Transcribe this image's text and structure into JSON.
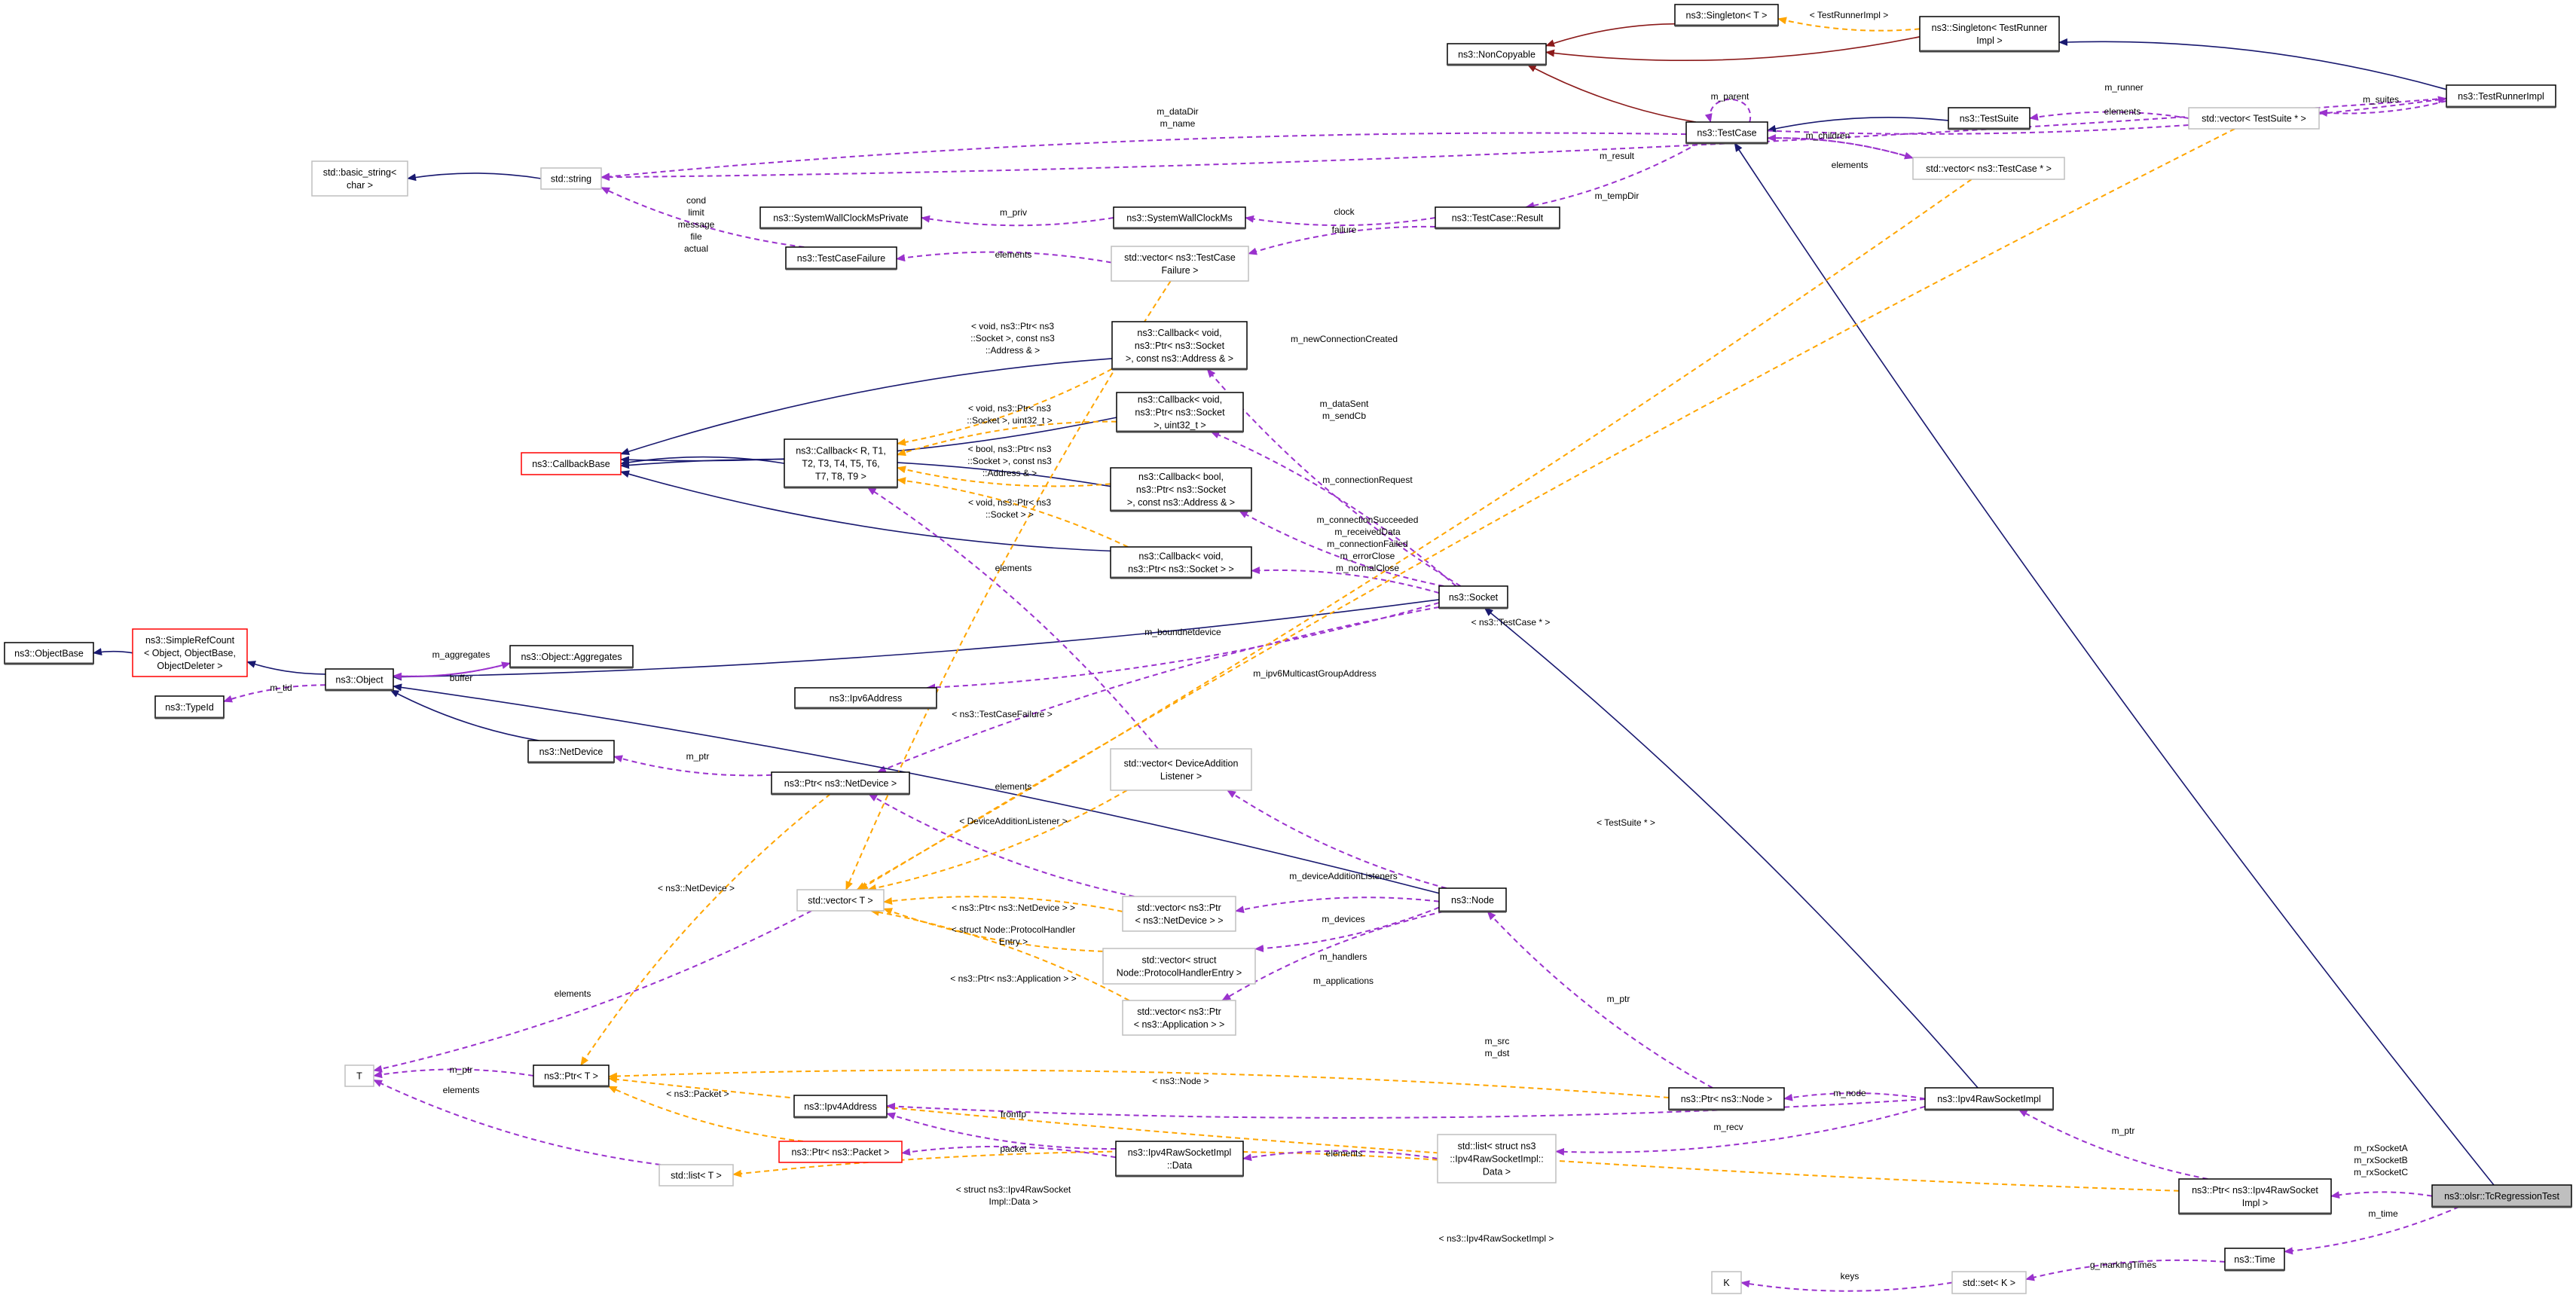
{
  "title": "ns3::olsr::TcRegressionTest collaboration diagram",
  "colors": {
    "inherit": "#191970",
    "private_inherit": "#8b1a1a",
    "member": "#9a32cd",
    "template": "#ffa500",
    "highlight_fill": "#bfbfbf",
    "undocumented_border": "#bfbfbf",
    "truncated_border": "#ff0000"
  },
  "nodes": [
    {
      "id": "singletonT",
      "label": [
        "ns3::Singleton< T >"
      ],
      "style": "normal"
    },
    {
      "id": "singletonTRI",
      "label": [
        "ns3::Singleton< TestRunner",
        "Impl >"
      ],
      "style": "normal"
    },
    {
      "id": "noncopyable",
      "label": [
        "ns3::NonCopyable"
      ],
      "style": "normal"
    },
    {
      "id": "testcase",
      "label": [
        "ns3::TestCase"
      ],
      "style": "normal"
    },
    {
      "id": "testsuite",
      "label": [
        "ns3::TestSuite"
      ],
      "style": "normal"
    },
    {
      "id": "vecTestSuite",
      "label": [
        "std::vector< TestSuite * >"
      ],
      "style": "gray"
    },
    {
      "id": "testrunnerimpl",
      "label": [
        "ns3::TestRunnerImpl"
      ],
      "style": "normal"
    },
    {
      "id": "vecTestCase",
      "label": [
        "std::vector< ns3::TestCase * >"
      ],
      "style": "gray"
    },
    {
      "id": "result",
      "label": [
        "ns3::TestCase::Result"
      ],
      "style": "normal"
    },
    {
      "id": "basicstring",
      "label": [
        "std::basic_string<",
        "char >"
      ],
      "style": "gray"
    },
    {
      "id": "string",
      "label": [
        "std::string"
      ],
      "style": "gray"
    },
    {
      "id": "swcmPrivate",
      "label": [
        "ns3::SystemWallClockMsPrivate"
      ],
      "style": "normal"
    },
    {
      "id": "swcm",
      "label": [
        "ns3::SystemWallClockMs"
      ],
      "style": "normal"
    },
    {
      "id": "testcasefailure",
      "label": [
        "ns3::TestCaseFailure"
      ],
      "style": "normal"
    },
    {
      "id": "vecTCF",
      "label": [
        "std::vector< ns3::TestCase",
        "Failure >"
      ],
      "style": "gray"
    },
    {
      "id": "cb1",
      "label": [
        "ns3::Callback< void,",
        "ns3::Ptr< ns3::Socket",
        ">, const ns3::Address & >"
      ],
      "style": "normal"
    },
    {
      "id": "cb2",
      "label": [
        "ns3::Callback< void,",
        "ns3::Ptr< ns3::Socket",
        ">, uint32_t >"
      ],
      "style": "normal"
    },
    {
      "id": "cbR",
      "label": [
        "ns3::Callback< R, T1,",
        "T2, T3, T4, T5, T6,",
        "T7, T8, T9 >"
      ],
      "style": "normal"
    },
    {
      "id": "cb3",
      "label": [
        "ns3::Callback< bool,",
        "ns3::Ptr< ns3::Socket",
        ">, const ns3::Address & >"
      ],
      "style": "normal"
    },
    {
      "id": "cb4",
      "label": [
        "ns3::Callback< void,",
        "ns3::Ptr< ns3::Socket > >"
      ],
      "style": "normal"
    },
    {
      "id": "callbackbase",
      "label": [
        "ns3::CallbackBase"
      ],
      "style": "red"
    },
    {
      "id": "socket",
      "label": [
        "ns3::Socket"
      ],
      "style": "normal"
    },
    {
      "id": "objectbase",
      "label": [
        "ns3::ObjectBase"
      ],
      "style": "normal"
    },
    {
      "id": "simplerefcount",
      "label": [
        "ns3::SimpleRefCount",
        "< Object, ObjectBase,",
        "ObjectDeleter >"
      ],
      "style": "red"
    },
    {
      "id": "object",
      "label": [
        "ns3::Object"
      ],
      "style": "normal"
    },
    {
      "id": "aggregates",
      "label": [
        "ns3::Object::Aggregates"
      ],
      "style": "normal"
    },
    {
      "id": "typeid",
      "label": [
        "ns3::TypeId"
      ],
      "style": "normal"
    },
    {
      "id": "netdevice",
      "label": [
        "ns3::NetDevice"
      ],
      "style": "normal"
    },
    {
      "id": "ptrNetDevice",
      "label": [
        "ns3::Ptr< ns3::NetDevice >"
      ],
      "style": "normal"
    },
    {
      "id": "ipv6address",
      "label": [
        "ns3::Ipv6Address"
      ],
      "style": "normal"
    },
    {
      "id": "vecDAL",
      "label": [
        "std::vector< DeviceAddition",
        "Listener >"
      ],
      "style": "gray"
    },
    {
      "id": "vecT",
      "label": [
        "std::vector< T >"
      ],
      "style": "gray"
    },
    {
      "id": "vecPtrNetDevice",
      "label": [
        "std::vector< ns3::Ptr",
        "< ns3::NetDevice > >"
      ],
      "style": "gray"
    },
    {
      "id": "vecPHE",
      "label": [
        "std::vector< struct",
        "Node::ProtocolHandlerEntry >"
      ],
      "style": "gray"
    },
    {
      "id": "vecPtrApp",
      "label": [
        "std::vector< ns3::Ptr",
        "< ns3::Application > >"
      ],
      "style": "gray"
    },
    {
      "id": "node",
      "label": [
        "ns3::Node"
      ],
      "style": "normal"
    },
    {
      "id": "T",
      "label": [
        "T"
      ],
      "style": "gray"
    },
    {
      "id": "ptrT",
      "label": [
        "ns3::Ptr< T >"
      ],
      "style": "normal"
    },
    {
      "id": "ipv4address",
      "label": [
        "ns3::Ipv4Address"
      ],
      "style": "normal"
    },
    {
      "id": "ptrPacket",
      "label": [
        "ns3::Ptr< ns3::Packet >"
      ],
      "style": "red"
    },
    {
      "id": "listT",
      "label": [
        "std::list< T >"
      ],
      "style": "gray"
    },
    {
      "id": "rawData",
      "label": [
        "ns3::Ipv4RawSocketImpl",
        "::Data"
      ],
      "style": "normal"
    },
    {
      "id": "listData",
      "label": [
        "std::list< struct ns3",
        "::Ipv4RawSocketImpl::",
        "Data >"
      ],
      "style": "gray"
    },
    {
      "id": "ptrNode",
      "label": [
        "ns3::Ptr< ns3::Node >"
      ],
      "style": "normal"
    },
    {
      "id": "rawsocket",
      "label": [
        "ns3::Ipv4RawSocketImpl"
      ],
      "style": "normal"
    },
    {
      "id": "ptrRawSocket",
      "label": [
        "ns3::Ptr< ns3::Ipv4RawSocket",
        "Impl >"
      ],
      "style": "normal"
    },
    {
      "id": "tcregression",
      "label": [
        "ns3::olsr::TcRegressionTest"
      ],
      "style": "highlight"
    },
    {
      "id": "time",
      "label": [
        "ns3::Time"
      ],
      "style": "normal"
    },
    {
      "id": "setK",
      "label": [
        "std::set< K >"
      ],
      "style": "gray"
    },
    {
      "id": "K",
      "label": [
        "K"
      ],
      "style": "gray"
    }
  ],
  "edges": [
    {
      "from": "singletonTRI",
      "to": "noncopyable",
      "kind": "private_inherit",
      "label": []
    },
    {
      "from": "singletonT",
      "to": "noncopyable",
      "kind": "private_inherit",
      "label": []
    },
    {
      "from": "testcase",
      "to": "noncopyable",
      "kind": "private_inherit",
      "label": []
    },
    {
      "from": "testrunnerimpl",
      "to": "singletonTRI",
      "kind": "inherit",
      "label": []
    },
    {
      "from": "singletonTRI",
      "to": "singletonT",
      "kind": "template",
      "label": [
        "< TestRunnerImpl >"
      ]
    },
    {
      "from": "testsuite",
      "to": "testcase",
      "kind": "inherit",
      "label": []
    },
    {
      "from": "tcregression",
      "to": "testcase",
      "kind": "inherit",
      "label": []
    },
    {
      "from": "testcase",
      "to": "testrunnerimpl",
      "kind": "member",
      "label": [
        "m_runner"
      ]
    },
    {
      "from": "testrunnerimpl",
      "to": "vecTestSuite",
      "kind": "member",
      "label": [
        "m_suites"
      ]
    },
    {
      "from": "vecTestSuite",
      "to": "testsuite",
      "kind": "member",
      "label": [
        "elements"
      ]
    },
    {
      "from": "testcase",
      "to": "vecTestCase",
      "kind": "member",
      "label": [
        "m_children"
      ]
    },
    {
      "from": "vecTestCase",
      "to": "testcase",
      "kind": "member",
      "label": [
        "elements"
      ]
    },
    {
      "from": "testcase",
      "to": "result",
      "kind": "member",
      "label": [
        "m_result"
      ]
    },
    {
      "from": "testcase",
      "to": "string",
      "kind": "member",
      "label": [
        "m_dataDir",
        "m_name"
      ]
    },
    {
      "from": "testrunnerimpl",
      "to": "string",
      "kind": "member",
      "label": [
        "m_tempDir"
      ]
    },
    {
      "from": "string",
      "to": "basicstring",
      "kind": "inherit",
      "label": []
    },
    {
      "from": "result",
      "to": "swcm",
      "kind": "member",
      "label": [
        "clock"
      ]
    },
    {
      "from": "result",
      "to": "vecTCF",
      "kind": "member",
      "label": [
        "failure"
      ]
    },
    {
      "from": "swcm",
      "to": "swcmPrivate",
      "kind": "member",
      "label": [
        "m_priv"
      ]
    },
    {
      "from": "vecTCF",
      "to": "testcasefailure",
      "kind": "member",
      "label": [
        "elements"
      ]
    },
    {
      "from": "testcasefailure",
      "to": "string",
      "kind": "member",
      "label": [
        "cond",
        "limit",
        "message",
        "file",
        "actual"
      ]
    },
    {
      "from": "cb1",
      "to": "callbackbase",
      "kind": "inherit",
      "label": []
    },
    {
      "from": "cb2",
      "to": "callbackbase",
      "kind": "inherit",
      "label": []
    },
    {
      "from": "cb3",
      "to": "callbackbase",
      "kind": "inherit",
      "label": []
    },
    {
      "from": "cb4",
      "to": "callbackbase",
      "kind": "inherit",
      "label": []
    },
    {
      "from": "cbR",
      "to": "callbackbase",
      "kind": "inherit",
      "label": []
    },
    {
      "from": "cb1",
      "to": "cbR",
      "kind": "template",
      "label": [
        "< void, ns3::Ptr< ns3",
        "::Socket >, const ns3",
        "::Address & >"
      ]
    },
    {
      "from": "cb2",
      "to": "cbR",
      "kind": "template",
      "label": [
        "< void, ns3::Ptr< ns3",
        "::Socket >, uint32_t >"
      ]
    },
    {
      "from": "cb3",
      "to": "cbR",
      "kind": "template",
      "label": [
        "< bool, ns3::Ptr< ns3",
        "::Socket >, const ns3",
        "::Address & >"
      ]
    },
    {
      "from": "cb4",
      "to": "cbR",
      "kind": "template",
      "label": [
        "< void, ns3::Ptr< ns3",
        "::Socket > >"
      ]
    },
    {
      "from": "socket",
      "to": "cb1",
      "kind": "member",
      "label": [
        "m_newConnectionCreated"
      ]
    },
    {
      "from": "socket",
      "to": "cb2",
      "kind": "member",
      "label": [
        "m_dataSent",
        "m_sendCb"
      ]
    },
    {
      "from": "socket",
      "to": "cb3",
      "kind": "member",
      "label": [
        "m_connectionRequest"
      ]
    },
    {
      "from": "socket",
      "to": "cb4",
      "kind": "member",
      "label": [
        "m_connectionSucceeded",
        "m_receivedData",
        "m_connectionFailed",
        "m_errorClose",
        "m_normalClose"
      ]
    },
    {
      "from": "socket",
      "to": "object",
      "kind": "inherit",
      "label": []
    },
    {
      "from": "socket",
      "to": "ptrNetDevice",
      "kind": "member",
      "label": [
        "m_boundnetdevice"
      ]
    },
    {
      "from": "socket",
      "to": "ipv6address",
      "kind": "member",
      "label": [
        "m_ipv6MulticastGroupAddress"
      ]
    },
    {
      "from": "simplerefcount",
      "to": "objectbase",
      "kind": "inherit",
      "label": []
    },
    {
      "from": "object",
      "to": "simplerefcount",
      "kind": "inherit",
      "label": []
    },
    {
      "from": "object",
      "to": "aggregates",
      "kind": "member",
      "label": [
        "m_aggregates"
      ]
    },
    {
      "from": "aggregates",
      "to": "object",
      "kind": "member",
      "label": [
        "buffer"
      ]
    },
    {
      "from": "object",
      "to": "typeid",
      "kind": "member",
      "label": [
        "m_tid"
      ]
    },
    {
      "from": "netdevice",
      "to": "object",
      "kind": "inherit",
      "label": []
    },
    {
      "from": "node",
      "to": "object",
      "kind": "inherit",
      "label": []
    },
    {
      "from": "ptrNetDevice",
      "to": "netdevice",
      "kind": "member",
      "label": [
        "m_ptr"
      ]
    },
    {
      "from": "vecDAL",
      "to": "cbR",
      "kind": "member",
      "label": [
        "elements"
      ]
    },
    {
      "from": "vecPtrNetDevice",
      "to": "ptrNetDevice",
      "kind": "member",
      "label": [
        "elements"
      ]
    },
    {
      "from": "vecTCF",
      "to": "vecT",
      "kind": "template",
      "label": [
        "< ns3::TestCaseFailure >"
      ]
    },
    {
      "from": "vecTestCase",
      "to": "vecT",
      "kind": "template",
      "label": [
        "< ns3::TestCase * >"
      ]
    },
    {
      "from": "vecTestSuite",
      "to": "vecT",
      "kind": "template",
      "label": [
        "< TestSuite * >"
      ]
    },
    {
      "from": "vecDAL",
      "to": "vecT",
      "kind": "template",
      "label": [
        "< DeviceAdditionListener >"
      ]
    },
    {
      "from": "vecPtrNetDevice",
      "to": "vecT",
      "kind": "template",
      "label": [
        "< ns3::Ptr< ns3::NetDevice > >"
      ]
    },
    {
      "from": "vecPHE",
      "to": "vecT",
      "kind": "template",
      "label": [
        "< struct Node::ProtocolHandler",
        "Entry >"
      ]
    },
    {
      "from": "vecPtrApp",
      "to": "vecT",
      "kind": "template",
      "label": [
        "< ns3::Ptr< ns3::Application > >"
      ]
    },
    {
      "from": "node",
      "to": "vecDAL",
      "kind": "member",
      "label": [
        "m_deviceAdditionListeners"
      ]
    },
    {
      "from": "node",
      "to": "vecPtrNetDevice",
      "kind": "member",
      "label": [
        "m_devices"
      ]
    },
    {
      "from": "node",
      "to": "vecPHE",
      "kind": "member",
      "label": [
        "m_handlers"
      ]
    },
    {
      "from": "node",
      "to": "vecPtrApp",
      "kind": "member",
      "label": [
        "m_applications"
      ]
    },
    {
      "from": "vecT",
      "to": "T",
      "kind": "member",
      "label": [
        "elements"
      ]
    },
    {
      "from": "ptrT",
      "to": "T",
      "kind": "member",
      "label": [
        "m_ptr"
      ]
    },
    {
      "from": "listT",
      "to": "T",
      "kind": "member",
      "label": [
        "elements"
      ]
    },
    {
      "from": "ptrNetDevice",
      "to": "ptrT",
      "kind": "template",
      "label": [
        "< ns3::NetDevice >"
      ]
    },
    {
      "from": "ptrPacket",
      "to": "ptrT",
      "kind": "template",
      "label": [
        "< ns3::Packet >"
      ]
    },
    {
      "from": "ptrNode",
      "to": "ptrT",
      "kind": "template",
      "label": [
        "< ns3::Node >"
      ]
    },
    {
      "from": "ptrRawSocket",
      "to": "ptrT",
      "kind": "template",
      "label": [
        "< ns3::Ipv4RawSocketImpl >"
      ]
    },
    {
      "from": "listData",
      "to": "listT",
      "kind": "template",
      "label": [
        "< struct ns3::Ipv4RawSocket",
        "Impl::Data >"
      ]
    },
    {
      "from": "ptrNode",
      "to": "node",
      "kind": "member",
      "label": [
        "m_ptr"
      ]
    },
    {
      "from": "rawsocket",
      "to": "socket",
      "kind": "inherit",
      "label": []
    },
    {
      "from": "rawsocket",
      "to": "ipv4address",
      "kind": "member",
      "label": [
        "m_src",
        "m_dst"
      ]
    },
    {
      "from": "rawsocket",
      "to": "ptrNode",
      "kind": "member",
      "label": [
        "m_node"
      ]
    },
    {
      "from": "rawsocket",
      "to": "listData",
      "kind": "member",
      "label": [
        "m_recv"
      ]
    },
    {
      "from": "listData",
      "to": "rawData",
      "kind": "member",
      "label": [
        "elements"
      ]
    },
    {
      "from": "rawData",
      "to": "ipv4address",
      "kind": "member",
      "label": [
        "fromIp"
      ]
    },
    {
      "from": "rawData",
      "to": "ptrPacket",
      "kind": "member",
      "label": [
        "packet"
      ]
    },
    {
      "from": "ptrRawSocket",
      "to": "rawsocket",
      "kind": "member",
      "label": [
        "m_ptr"
      ]
    },
    {
      "from": "tcregression",
      "to": "ptrRawSocket",
      "kind": "member",
      "label": [
        "m_rxSocketA",
        "m_rxSocketB",
        "m_rxSocketC"
      ]
    },
    {
      "from": "tcregression",
      "to": "time",
      "kind": "member",
      "label": [
        "m_time"
      ]
    },
    {
      "from": "time",
      "to": "setK",
      "kind": "member",
      "label": [
        "g_markingTimes"
      ]
    },
    {
      "from": "setK",
      "to": "K",
      "kind": "member",
      "label": [
        "keys"
      ]
    },
    {
      "from": "testcase",
      "to": "testcase",
      "kind": "member",
      "label": [
        "m_parent"
      ]
    }
  ]
}
